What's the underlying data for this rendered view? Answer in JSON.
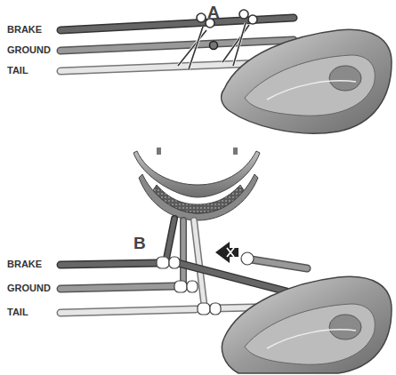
{
  "diagram": {
    "labels": [
      "A",
      "BRAKE",
      "GROUND",
      "TAIL",
      "B",
      "BRAKE",
      "GROUND",
      "TAIL"
    ]
  }
}
